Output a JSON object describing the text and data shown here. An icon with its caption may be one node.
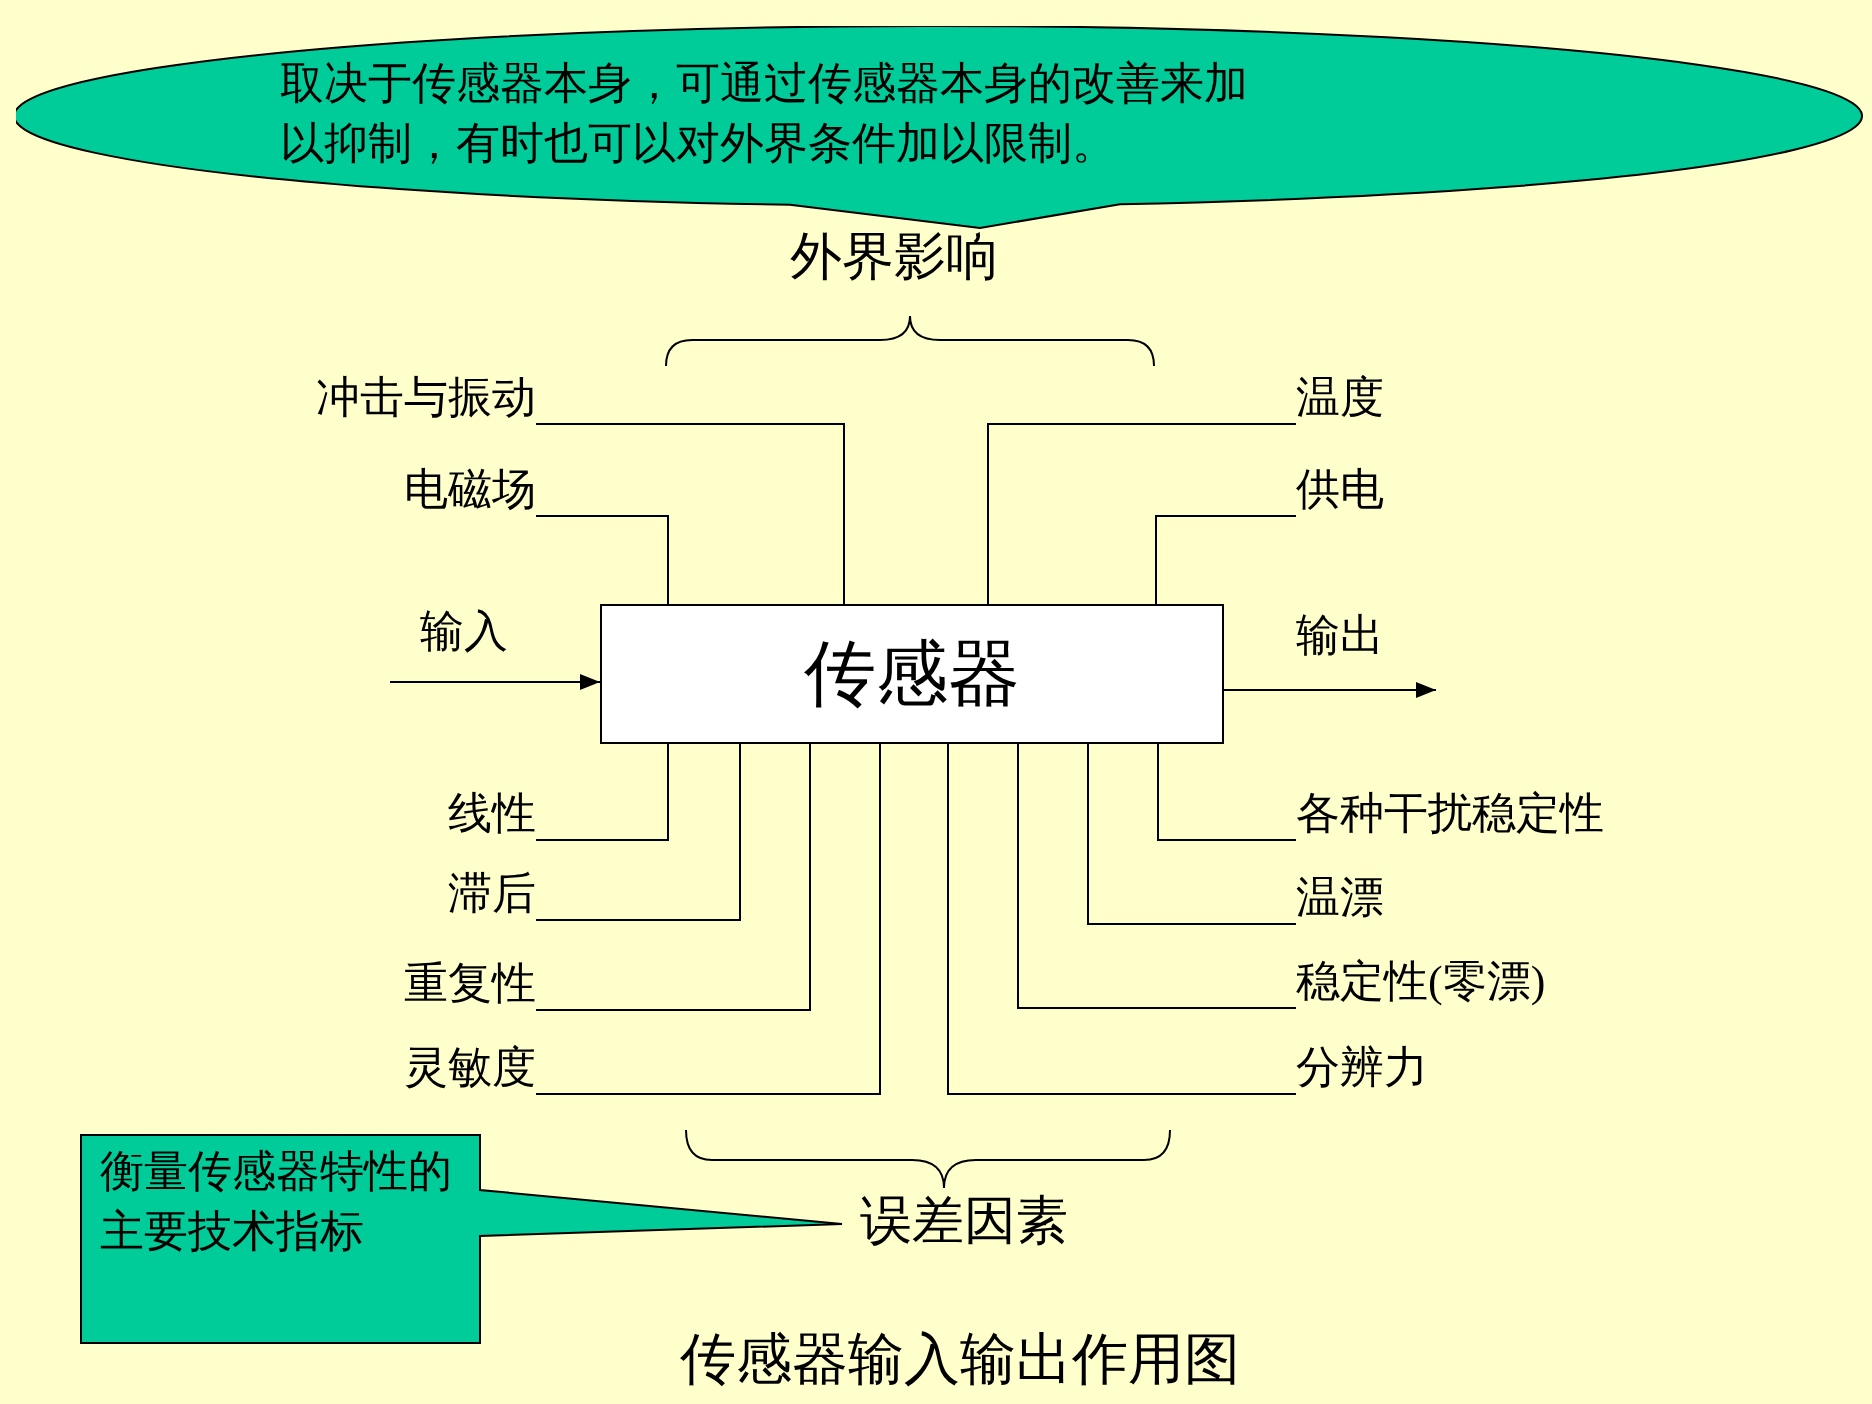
{
  "diagram": {
    "caption": "传感器输入输出作用图",
    "nodes": [
      {
        "text": [
          "取决于传感器本身，可通过传感器本身的改善来加以抑制，有时也可以对外界条件加以限制。"
        ]
      },
      {
        "text": [
          "冲击与振动"
        ]
      },
      {
        "text": [
          "温度"
        ]
      },
      {
        "text": [
          "电磁场"
        ]
      },
      {
        "text": [
          "供电"
        ]
      },
      {
        "text": [
          "传感器"
        ]
      },
      {
        "text": [
          "线性"
        ]
      },
      {
        "text": [
          "各种干扰稳定性"
        ]
      },
      {
        "text": [
          "滞后"
        ]
      },
      {
        "text": [
          "温漂"
        ]
      },
      {
        "text": [
          "重复性"
        ]
      },
      {
        "text": [
          "稳定性(零漂)"
        ]
      },
      {
        "text": [
          "灵敏度"
        ]
      },
      {
        "text": [
          "分辨力"
        ]
      },
      {
        "text": [
          "衡量传感器特性的主要技术指标"
        ]
      }
    ],
    "edges": [
      {
        "from": 1,
        "to": 5,
        "arrow": "none"
      },
      {
        "from": 2,
        "to": 5,
        "arrow": "none"
      },
      {
        "from": 3,
        "to": 5,
        "arrow": "none"
      },
      {
        "from": 4,
        "to": 5,
        "arrow": "none"
      },
      {
        "from": null,
        "to": 5,
        "arrow": "to",
        "label": "输入"
      },
      {
        "from": 5,
        "to": null,
        "arrow": "to",
        "label": "输出"
      },
      {
        "from": 6,
        "to": 5,
        "arrow": "none"
      },
      {
        "from": 7,
        "to": 5,
        "arrow": "none"
      },
      {
        "from": 8,
        "to": 5,
        "arrow": "none"
      },
      {
        "from": 9,
        "to": 5,
        "arrow": "none"
      },
      {
        "from": 10,
        "to": 5,
        "arrow": "none"
      },
      {
        "from": 11,
        "to": 5,
        "arrow": "none"
      },
      {
        "from": 12,
        "to": 5,
        "arrow": "none"
      },
      {
        "from": 13,
        "to": 5,
        "arrow": "none"
      }
    ],
    "labels": [
      "外界影响",
      "误差因素"
    ]
  }
}
